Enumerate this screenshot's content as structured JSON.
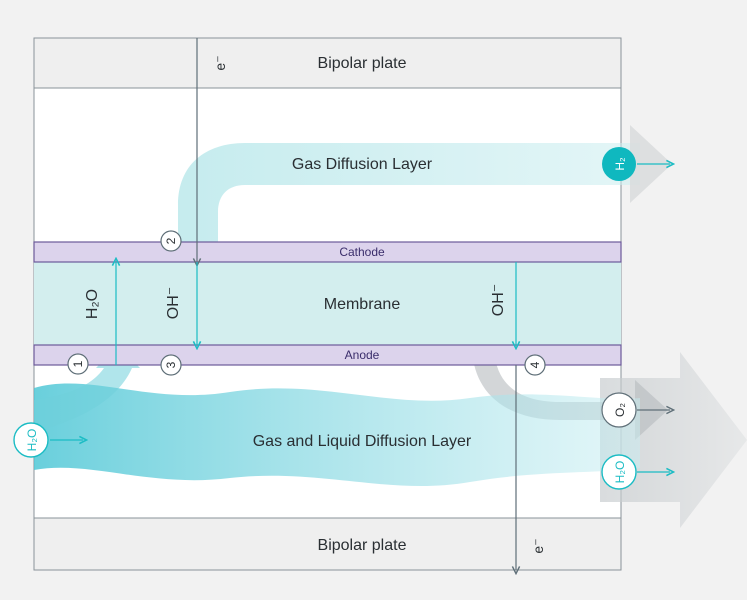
{
  "layers": {
    "top_plate": "Bipolar plate",
    "gdl": "Gas Diffusion Layer",
    "cathode": "Cathode",
    "membrane": "Membrane",
    "anode": "Anode",
    "gldl": "Gas and Liquid Diffusion Layer",
    "bottom_plate": "Bipolar plate"
  },
  "labels": {
    "electron_top": "e⁻",
    "electron_bottom": "e⁻",
    "oh_left": "OH⁻",
    "oh_right": "OH⁻",
    "h2o_left": "H₂O"
  },
  "steps": [
    "1",
    "2",
    "3",
    "4"
  ],
  "species": {
    "h2_out": "H₂",
    "o2_out": "O₂",
    "h2o_out": "H₂O",
    "h2o_in": "H₂O"
  },
  "colors": {
    "background": "#f2f2f2",
    "cell_fill": "#ffffff",
    "plate_fill": "#efefef",
    "membrane_fill": "#d3eeee",
    "electrode_fill": "#dcd3ec",
    "electrode_border": "#6c5a9a",
    "electrode_text": "#3a2d6b",
    "line": "#5f6f78",
    "accent": "#1bbcc4",
    "teal_dark": "#0aa3ac"
  }
}
